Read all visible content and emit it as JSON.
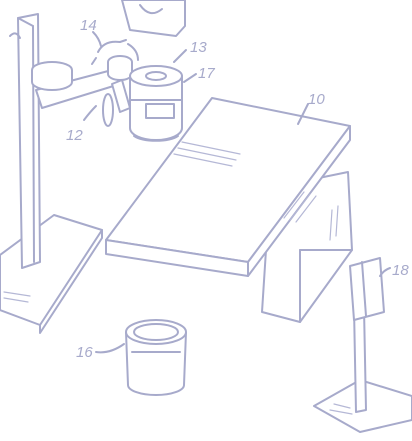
{
  "figure": {
    "reference_numerals": {
      "projector": "10",
      "arm": "12",
      "lens_unit": "13",
      "pivot": "14",
      "canister": "16",
      "lens_ring": "17",
      "sensor_post": "18"
    }
  },
  "colors": {
    "line": "#a7aacb",
    "background": "#ffffff"
  }
}
